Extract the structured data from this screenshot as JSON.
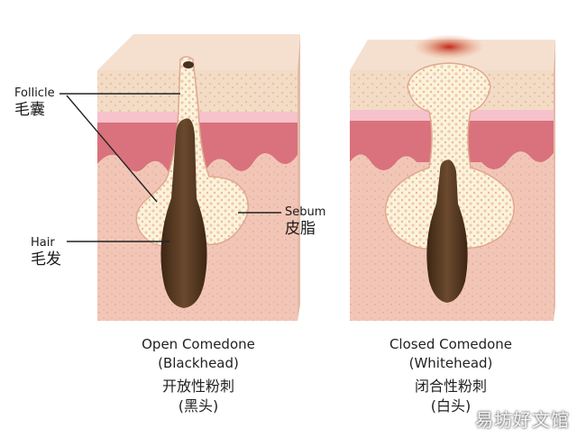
{
  "labels": {
    "follicle_en": "Follicle",
    "follicle_cn": "毛囊",
    "hair_en": "Hair",
    "hair_cn": "毛发",
    "sebum_en": "Sebum",
    "sebum_cn": "皮脂"
  },
  "captions": {
    "open": {
      "en_line1": "Open Comedone",
      "en_line2": "(Blackhead)",
      "cn_line1": "开放性粉刺",
      "cn_line2": "(黑头)"
    },
    "closed": {
      "en_line1": "Closed Comedone",
      "en_line2": "(Whitehead)",
      "cn_line1": "闭合性粉刺",
      "cn_line2": "(白头)"
    }
  },
  "watermark": "易坊好文馆",
  "colors": {
    "epidermis": "#f3dcc0",
    "dermis": "#f0c5b8",
    "pink_band": "#f4b8c4",
    "red_layer": "#d9606e",
    "sebum": "#fbf3dc",
    "hair": "#5a3a22",
    "inflamed": "#c83a2a"
  }
}
